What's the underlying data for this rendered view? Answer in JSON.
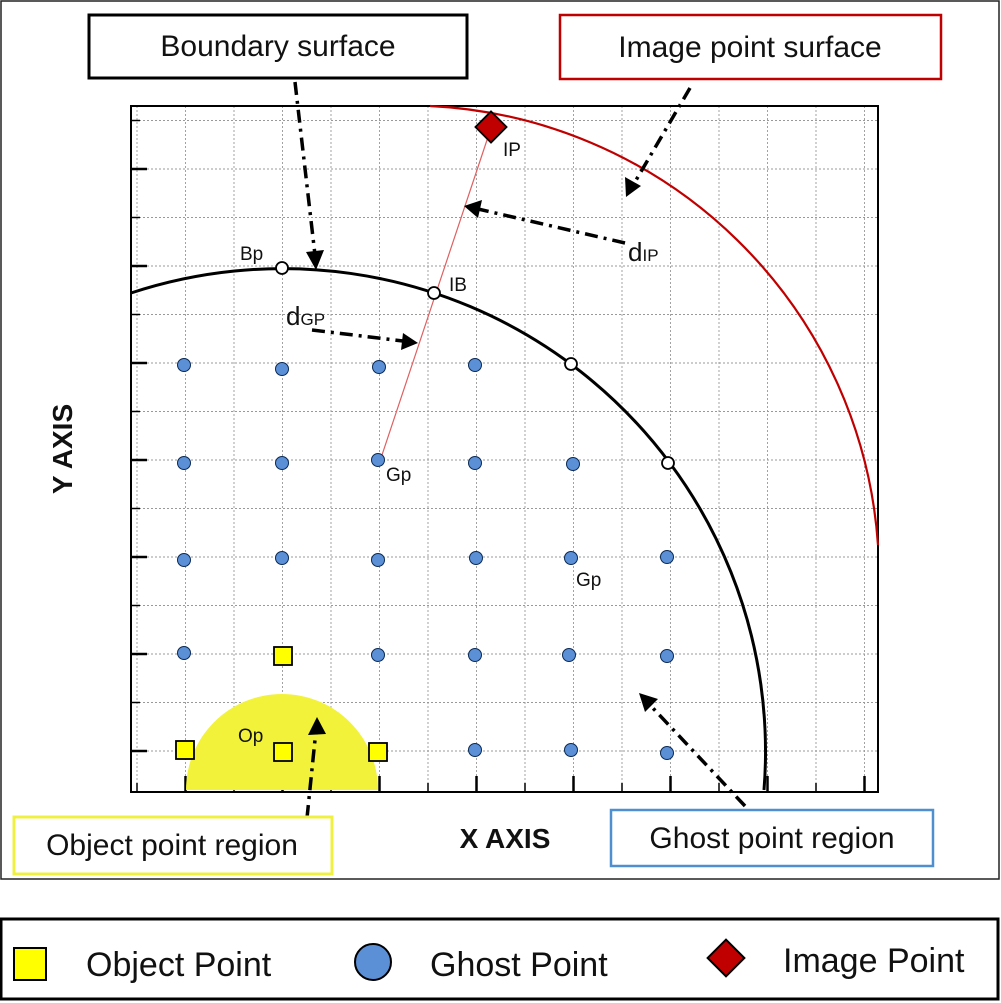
{
  "axes": {
    "x_label": "X AXIS",
    "y_label": "Y AXIS"
  },
  "callouts": {
    "boundary_surface": "Boundary surface",
    "image_point_surface": "Image point surface",
    "object_point_region": "Object point region",
    "ghost_point_region": "Ghost point region"
  },
  "point_labels": {
    "bp": "Bp",
    "ib": "IB",
    "ip": "IP",
    "op": "Op",
    "gp_main": "Gp",
    "gp_secondary": "Gp",
    "d_gp_base": "d",
    "d_gp_sub": "GP",
    "d_ip_base": "d",
    "d_ip_sub": "IP"
  },
  "legend": {
    "object_point": "Object Point",
    "ghost_point": "Ghost Point",
    "image_point": "Image Point"
  },
  "colors": {
    "ghost_point": "#5b8fd6",
    "object_point": "#ffff00",
    "object_region": "#f2f23a",
    "image_point": "#c00000",
    "image_surface": "#c00000",
    "boundary_surface": "#000000",
    "ghost_region_box": "#4f8fcf",
    "object_region_box": "#f0f040",
    "image_surface_box": "#c00000",
    "probe_line": "#e06060",
    "grid": "#999999"
  }
}
